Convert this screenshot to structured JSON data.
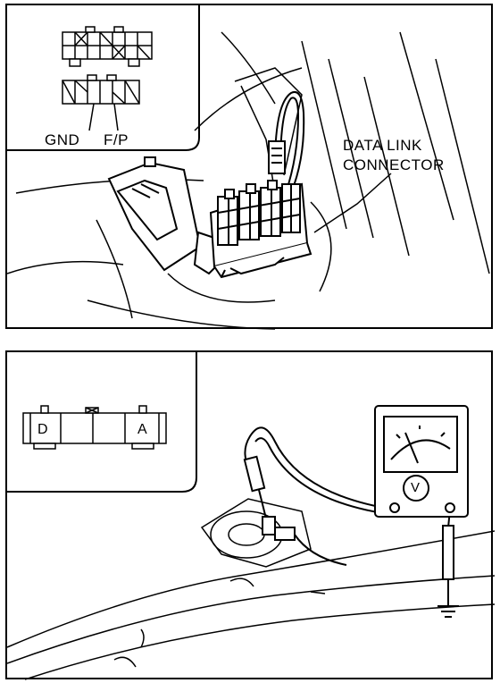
{
  "top_panel": {
    "inset": {
      "gnd_label": "GND",
      "fp_label": "F/P"
    },
    "callout": {
      "line1": "DATA LINK",
      "line2": "CONNECTOR"
    }
  },
  "bottom_panel": {
    "inset": {
      "left_pin": "D",
      "right_pin": "A"
    },
    "meter": {
      "mode_symbol": "V"
    }
  }
}
